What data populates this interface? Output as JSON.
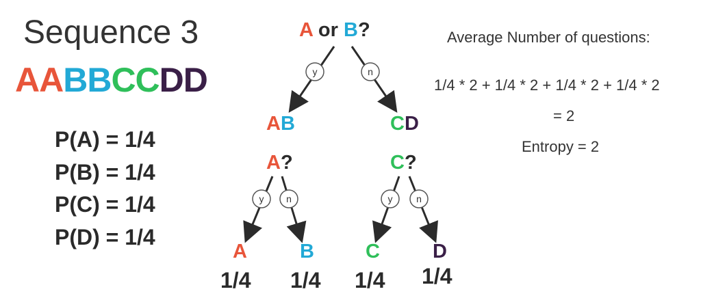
{
  "colors": {
    "A": "#e8553a",
    "B": "#22a9d6",
    "C": "#2fbf5a",
    "D": "#3a1f47",
    "text": "#2b2b2b"
  },
  "title": "Sequence 3",
  "sequence": [
    {
      "ch": "A",
      "color": "#e8553a"
    },
    {
      "ch": "A",
      "color": "#e8553a"
    },
    {
      "ch": "B",
      "color": "#22a9d6"
    },
    {
      "ch": "B",
      "color": "#22a9d6"
    },
    {
      "ch": "C",
      "color": "#2fbf5a"
    },
    {
      "ch": "C",
      "color": "#2fbf5a"
    },
    {
      "ch": "D",
      "color": "#3a1f47"
    },
    {
      "ch": "D",
      "color": "#3a1f47"
    }
  ],
  "probabilities": [
    "P(A) = 1/4",
    "P(B) = 1/4",
    "P(C) = 1/4",
    "P(D) = 1/4"
  ],
  "tree": {
    "root": {
      "a": "A",
      "or": " or ",
      "b": "B",
      "q": "?"
    },
    "edge_yes": "y",
    "edge_no": "n",
    "mid_left": {
      "a": "A",
      "b": "B"
    },
    "mid_right": {
      "a": "C",
      "b": "D"
    },
    "q_left": {
      "a": "A",
      "q": "?"
    },
    "q_right": {
      "a": "C",
      "q": "?"
    },
    "leaves": [
      {
        "label": "A",
        "prob": "1/4",
        "color": "#e8553a"
      },
      {
        "label": "B",
        "prob": "1/4",
        "color": "#22a9d6"
      },
      {
        "label": "C",
        "prob": "1/4",
        "color": "#2fbf5a"
      },
      {
        "label": "D",
        "prob": "1/4",
        "color": "#3a1f47"
      }
    ]
  },
  "right": {
    "heading": "Average Number of questions:",
    "formula": "1/4 * 2 + 1/4 * 2 + 1/4 * 2 + 1/4 * 2",
    "result": "= 2",
    "entropy": "Entropy = 2"
  }
}
